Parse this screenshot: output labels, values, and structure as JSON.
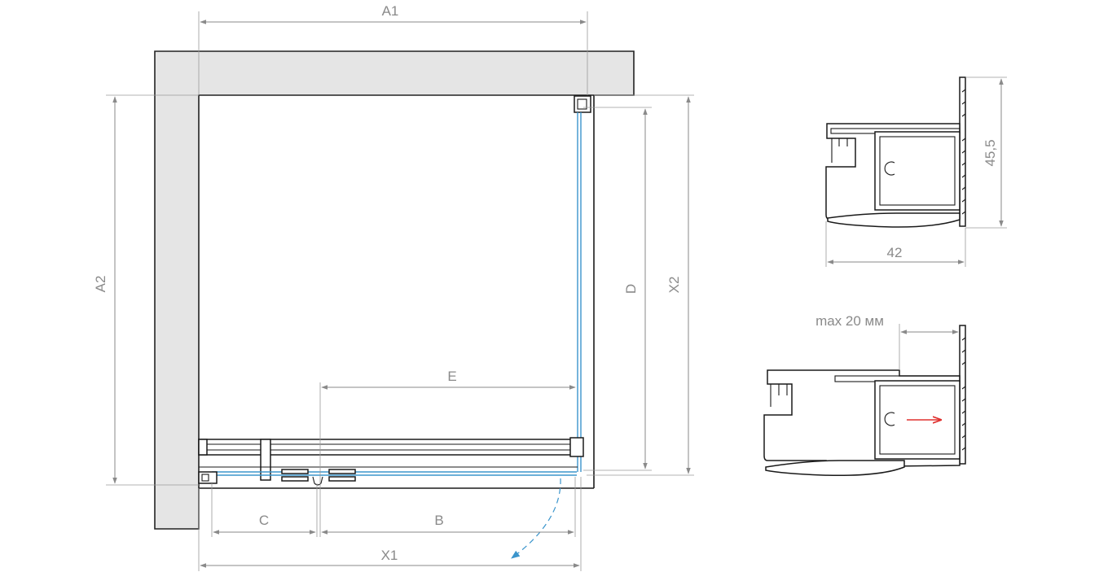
{
  "labels": {
    "a1": "A1",
    "a2": "A2",
    "x1": "X1",
    "x2": "X2",
    "b": "B",
    "c": "C",
    "d": "D",
    "e": "E",
    "profile_height": "45,5",
    "profile_width": "42",
    "adjustment": "max 20 мм"
  },
  "colors": {
    "wall_fill": "#e5e5e5",
    "glass": "#3b95cc",
    "dimension": "#8a8a8a",
    "adjust_arrow": "#e0302e"
  }
}
